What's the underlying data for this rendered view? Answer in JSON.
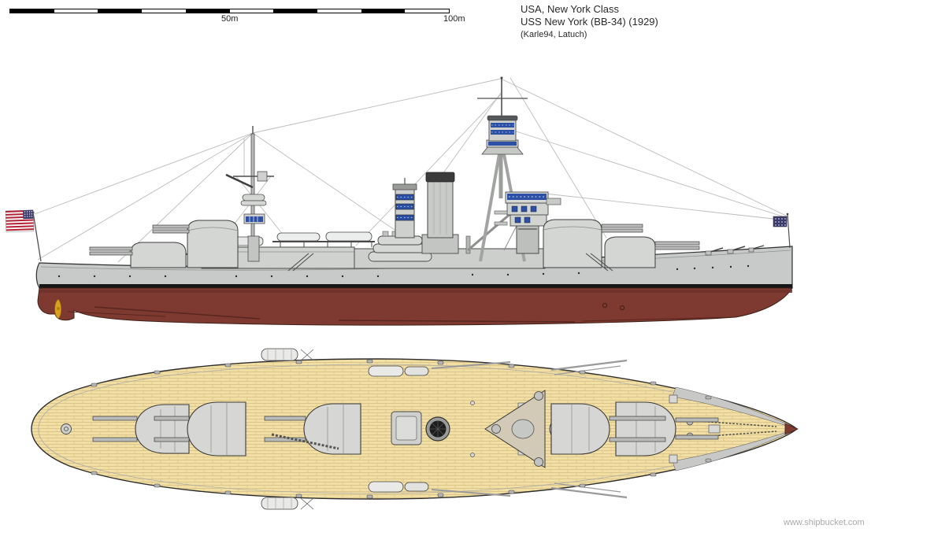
{
  "header": {
    "line1": "USA, New York Class",
    "line2": "USS New York (BB-34) (1929)",
    "line3": "(Karle94, Latuch)"
  },
  "scale_bar": {
    "label_mid": "50m",
    "label_end": "100m",
    "segment_count": 10,
    "meters_per_segment": 10
  },
  "footer": {
    "watermark": "www.shipbucket.com"
  },
  "ship": {
    "country": "USA",
    "class": "New York Class",
    "name": "USS New York",
    "pennant": "BB-34",
    "year": "1929",
    "credits": "Karle94, Latuch"
  },
  "colors": {
    "background": "#ffffff",
    "hull_gray": "#c7cac8",
    "superstructure_gray": "#d2d4d2",
    "underwater_red": "#7e3a31",
    "boot_topping_black": "#161616",
    "deck_plank_tan": "#f2dfa3",
    "plank_line": "#d5bd84",
    "window_blue": "#2b50a5",
    "rigging_gray": "#bcbcbc",
    "propeller_gold": "#d9a11f",
    "flag_canton_blue": "#3c3b6e",
    "flag_stripe_red": "#b22234"
  }
}
